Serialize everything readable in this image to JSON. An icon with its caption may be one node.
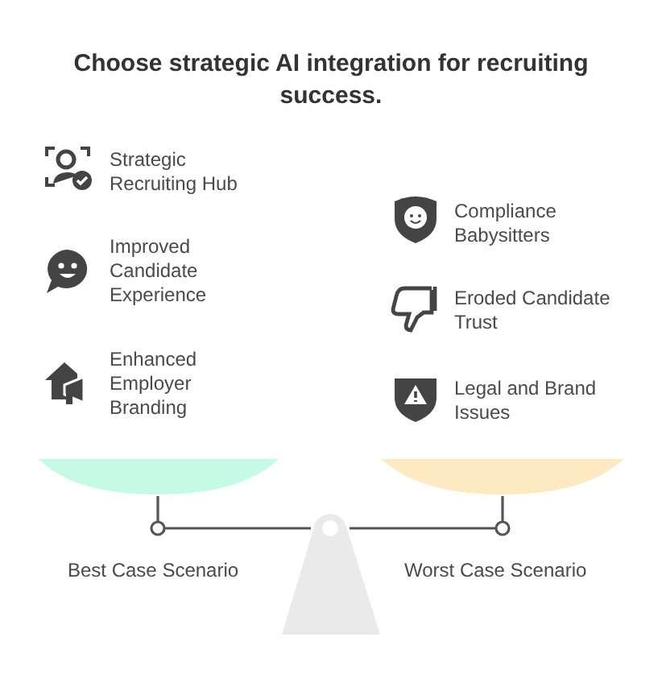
{
  "diagram": {
    "title": "Choose strategic AI integration for recruiting success.",
    "labels": [
      "Strategic Recruiting Hub",
      "Compliance Babysitters",
      "Improved Candidate Experience",
      "Eroded Candidate Trust",
      "Enhanced Employer Branding",
      "Legal and Brand Issues",
      "Best Case Scenario",
      "Worst Case Scenario"
    ]
  }
}
